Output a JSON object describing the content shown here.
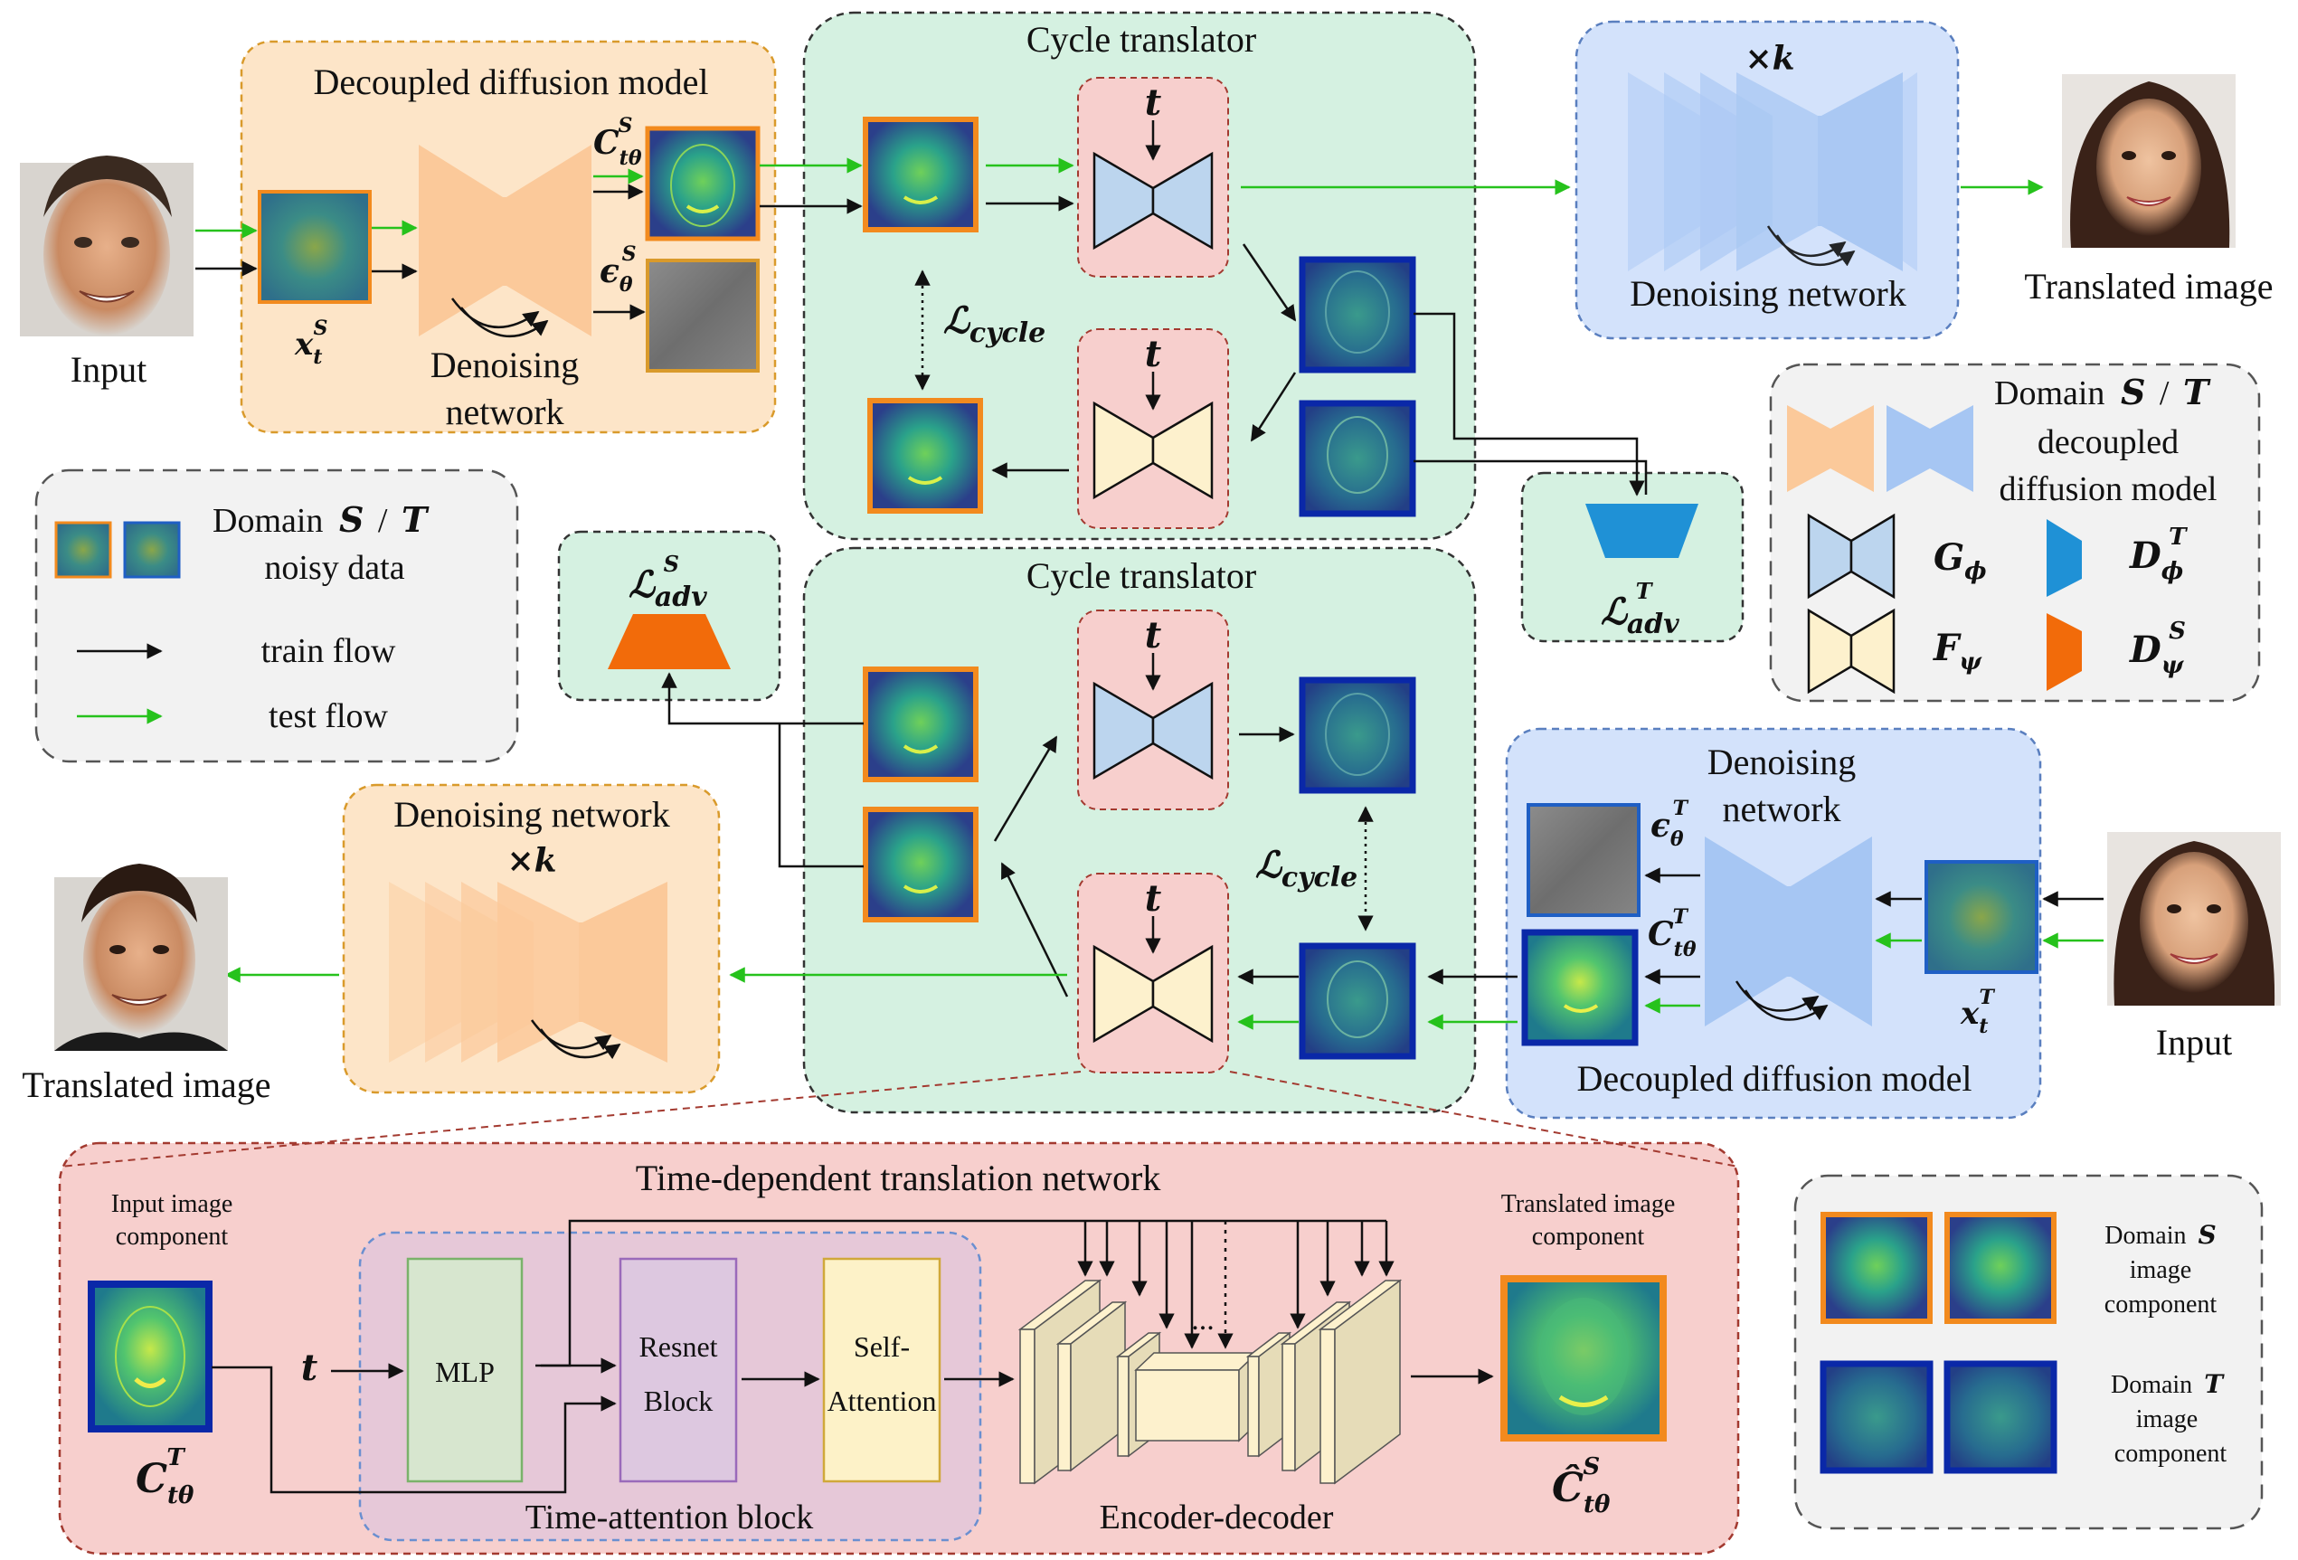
{
  "blocks": {
    "ddm_top": "Decoupled diffusion model",
    "denoising_network_top": [
      "Denoising",
      "network"
    ],
    "cycle_top": "Cycle translator",
    "cycle_bottom": "Cycle translator",
    "denoise_k_top": "Denoising network",
    "times_k": "×k",
    "translated_top": "Translated image",
    "translated_bottom": "Translated image",
    "input_left": "Input",
    "input_right": "Input",
    "denoise_k_bottom": "Denoising network",
    "ddm_bottom": "Decoupled diffusion model",
    "denoising_network_bottom": [
      "Denoising",
      "network"
    ]
  },
  "math": {
    "C_top": "C",
    "C_top_sub": "tθ",
    "C_top_sup": "S",
    "eps_top": "ϵ",
    "eps_top_sub": "θ",
    "eps_top_sup": "S",
    "x_top": "x",
    "x_top_sub": "t",
    "x_top_sup": "S",
    "x_bot": "x",
    "x_bot_sub": "t",
    "x_bot_sup": "T",
    "C_bot": "C",
    "C_bot_sub": "tθ",
    "C_bot_sup": "T",
    "eps_bot": "ϵ",
    "eps_bot_sub": "θ",
    "eps_bot_sup": "T",
    "t": "t",
    "L": "ℒ",
    "cycle": "cycle",
    "adv": "adv",
    "adv_S_sup": "S",
    "adv_T_sup": "T"
  },
  "legend_left": {
    "domain_word": "Domain",
    "S": "S",
    "slash": "/",
    "T": "T",
    "noisy": "noisy data",
    "train": "train flow",
    "test": "test flow"
  },
  "legend_right": {
    "domain_word": "Domain",
    "S": "S",
    "slash": "/",
    "T": "T",
    "decoupled": "decoupled",
    "dm": "diffusion model",
    "G": "G",
    "G_sub": "ϕ",
    "F": "F",
    "F_sub": "ψ",
    "D": "D",
    "DT_sub": "ϕ",
    "DT_sup": "T",
    "DS_sub": "ψ",
    "DS_sup": "S"
  },
  "legend_bottom": {
    "domain_S": [
      "Domain",
      "image",
      "component"
    ],
    "domain_T": [
      "Domain",
      "image",
      "component"
    ],
    "S": "S",
    "T": "T"
  },
  "tdtn": {
    "title": "Time-dependent translation network",
    "input_label": [
      "Input image",
      "component"
    ],
    "output_label": [
      "Translated image",
      "component"
    ],
    "mlp": "MLP",
    "resnet": [
      "Resnet",
      "Block"
    ],
    "selfatt": [
      "Self-",
      "Attention"
    ],
    "time_attention": "Time-attention block",
    "encdec": "Encoder-decoder",
    "ellipsis": "...",
    "C_in": "C",
    "C_in_sub": "tθ",
    "C_in_sup": "T",
    "C_out": "Ĉ",
    "C_out_sub": "tθ",
    "C_out_sup": "S",
    "t": "t"
  },
  "colors": {
    "orange_frame": "#f28a1e",
    "blue_frame": "#0a28a8",
    "green_arrow": "#26c21c",
    "ddm_orange_bg": "#fde5c8",
    "ddm_blue_bg": "#d3e2fb",
    "cycle_bg": "#d5f1e1",
    "pink_bg": "#f7cfcd",
    "unet_orange": "#fbc99a",
    "unet_blue": "#a6c6f3",
    "G_fill": "#bcd5ee",
    "F_fill": "#fdf1cd",
    "D_T": "#1f91d6",
    "D_S": "#f26b0a"
  }
}
